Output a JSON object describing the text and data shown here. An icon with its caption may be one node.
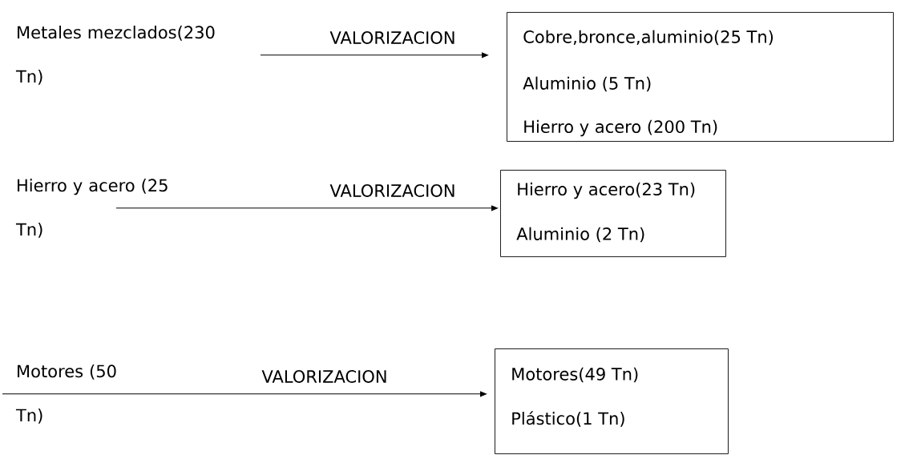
{
  "diagram": {
    "nodes": [
      {
        "text": [
          "Metales mezclados(230 Tn)"
        ]
      },
      {
        "text": [
          "Cobre,bronce,aluminio(25 Tn)",
          "Aluminio (5 Tn)",
          "Hierro y acero (200 Tn)"
        ]
      },
      {
        "text": [
          "Hierro y acero (25 Tn)"
        ]
      },
      {
        "text": [
          "Hierro y acero(23 Tn)",
          "Aluminio (2 Tn)"
        ]
      },
      {
        "text": [
          "Motores (50 Tn)"
        ]
      },
      {
        "text": [
          "Motores(49 Tn)",
          "Plástico(1 Tn)"
        ]
      }
    ],
    "edges": [
      {
        "from": 0,
        "to": 1,
        "arrow": "to",
        "label": "VALORIZACION"
      },
      {
        "from": 2,
        "to": 3,
        "arrow": "to",
        "label": "VALORIZACION"
      },
      {
        "from": 4,
        "to": 5,
        "arrow": "to",
        "label": "VALORIZACION"
      }
    ]
  }
}
